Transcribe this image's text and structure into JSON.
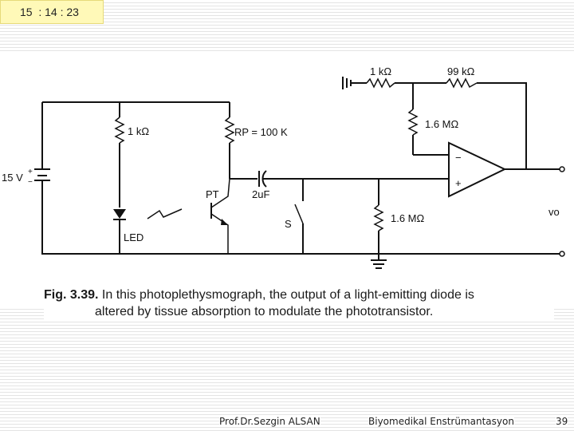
{
  "header": {
    "time": "15  : 14 : 23"
  },
  "figure": {
    "labels": {
      "r_1k_top": "1 kΩ",
      "r_99k": "99 kΩ",
      "r_1m6_fb": "1.6 MΩ",
      "r_1k_led": "1 kΩ",
      "r_p": "RP = 100 K",
      "supply": "15 V",
      "pt": "PT",
      "cap": "2uF",
      "switch": "S",
      "r_1m6_gnd": "1.6 MΩ",
      "led": "LED",
      "vo": "vo",
      "opamp_minus": "−",
      "opamp_plus": "+"
    },
    "caption": {
      "label": "Fig. 3.39.",
      "line1": "In this photoplethysmograph, the output of a light-emitting diode is",
      "line2": "altered by tissue absorption to modulate the phototransistor."
    }
  },
  "footer": {
    "author": "Prof.Dr.Sezgin ALSAN",
    "course": "Biyomedikal Enstrümantasyon",
    "page": "39"
  }
}
